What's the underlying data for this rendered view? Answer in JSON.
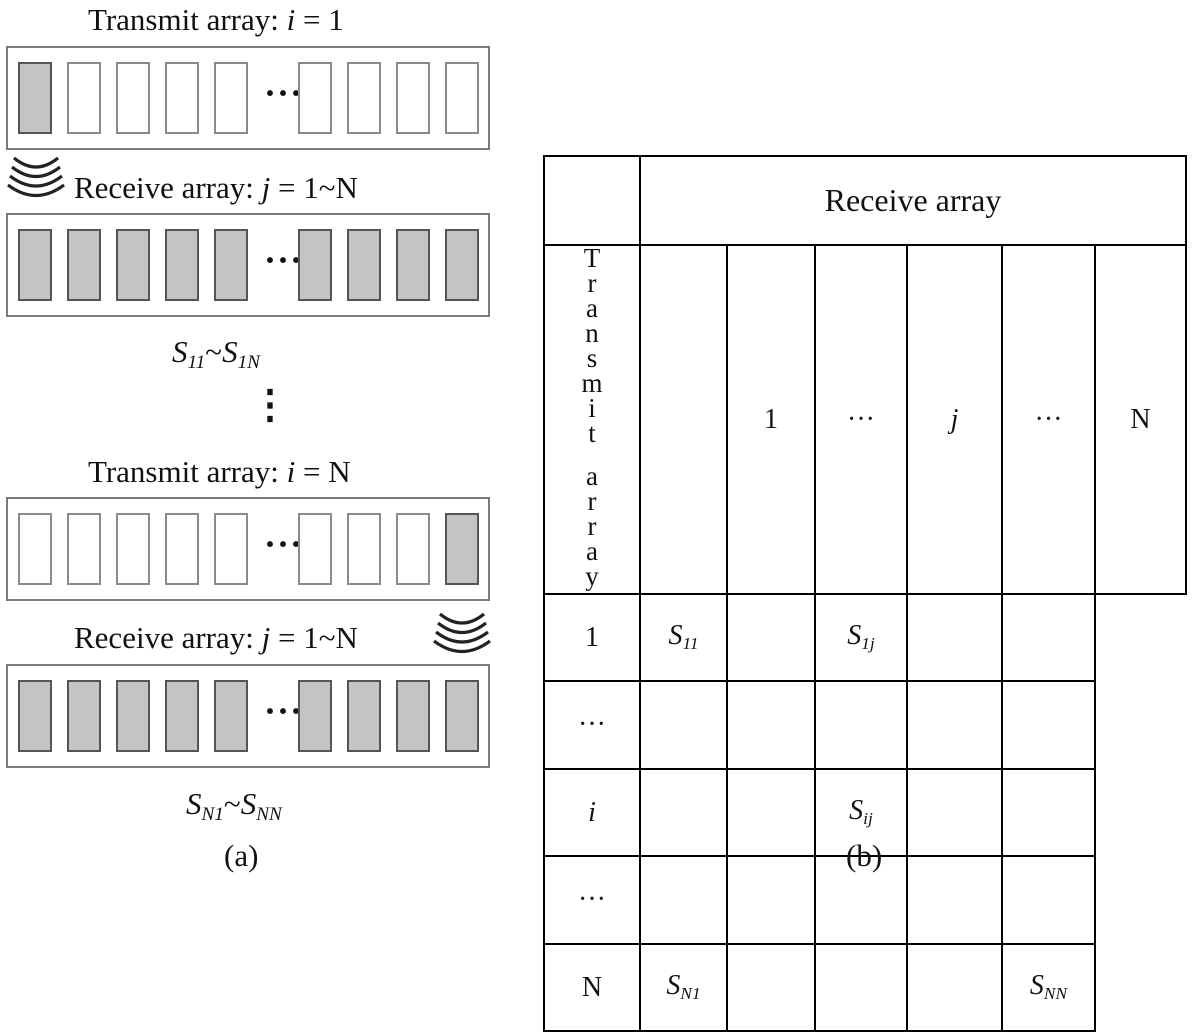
{
  "panel_a": {
    "tx_title_first": "Transmit array: ",
    "tx_var_first": "i",
    "tx_value_first": " = 1",
    "rx_title_first": "Receive array: ",
    "rx_var_first": "j",
    "rx_value_first": " = 1~N",
    "result_first": {
      "s1": "S",
      "s1sub": "11",
      "tilde": "~",
      "s2": "S",
      "s2sub": "1N"
    },
    "ellipsis_vertical": "⋮",
    "tx_title_last": "Transmit array: ",
    "tx_var_last": "i",
    "tx_value_last": " = N",
    "rx_title_last": "Receive array: ",
    "rx_var_last": "j",
    "rx_value_last": " = 1~N",
    "result_last": {
      "s1": "S",
      "s1sub": "N1",
      "tilde": "~",
      "s2": "S",
      "s2sub": "NN"
    },
    "dots": "···",
    "caption": "(a)"
  },
  "panel_b": {
    "header_receive": "Receive array",
    "side_transmit": "Transmit array",
    "col_headers": [
      "1",
      "···",
      "j",
      "···",
      "N"
    ],
    "rows": [
      {
        "label": "1",
        "cells": [
          {
            "s": "S",
            "sub": "11"
          },
          {
            "s": "",
            "sub": ""
          },
          {
            "s": "S",
            "sub": "1j"
          },
          {
            "s": "",
            "sub": ""
          },
          {
            "s": "",
            "sub": ""
          }
        ]
      },
      {
        "label": "···",
        "cells": [
          {
            "s": "",
            "sub": ""
          },
          {
            "s": "",
            "sub": ""
          },
          {
            "s": "",
            "sub": ""
          },
          {
            "s": "",
            "sub": ""
          },
          {
            "s": "",
            "sub": ""
          }
        ]
      },
      {
        "label": "i",
        "cells": [
          {
            "s": "",
            "sub": ""
          },
          {
            "s": "",
            "sub": ""
          },
          {
            "s": "S",
            "sub": "ij"
          },
          {
            "s": "",
            "sub": ""
          },
          {
            "s": "",
            "sub": ""
          }
        ]
      },
      {
        "label": "···",
        "cells": [
          {
            "s": "",
            "sub": ""
          },
          {
            "s": "",
            "sub": ""
          },
          {
            "s": "",
            "sub": ""
          },
          {
            "s": "",
            "sub": ""
          },
          {
            "s": "",
            "sub": ""
          }
        ]
      },
      {
        "label": "N",
        "cells": [
          {
            "s": "S",
            "sub": "N1"
          },
          {
            "s": "",
            "sub": ""
          },
          {
            "s": "",
            "sub": ""
          },
          {
            "s": "",
            "sub": ""
          },
          {
            "s": "S",
            "sub": "NN"
          }
        ]
      }
    ],
    "caption": "(b)"
  },
  "colors": {
    "active_element": "#c4c4c4",
    "frame": "#7a7a7a"
  }
}
